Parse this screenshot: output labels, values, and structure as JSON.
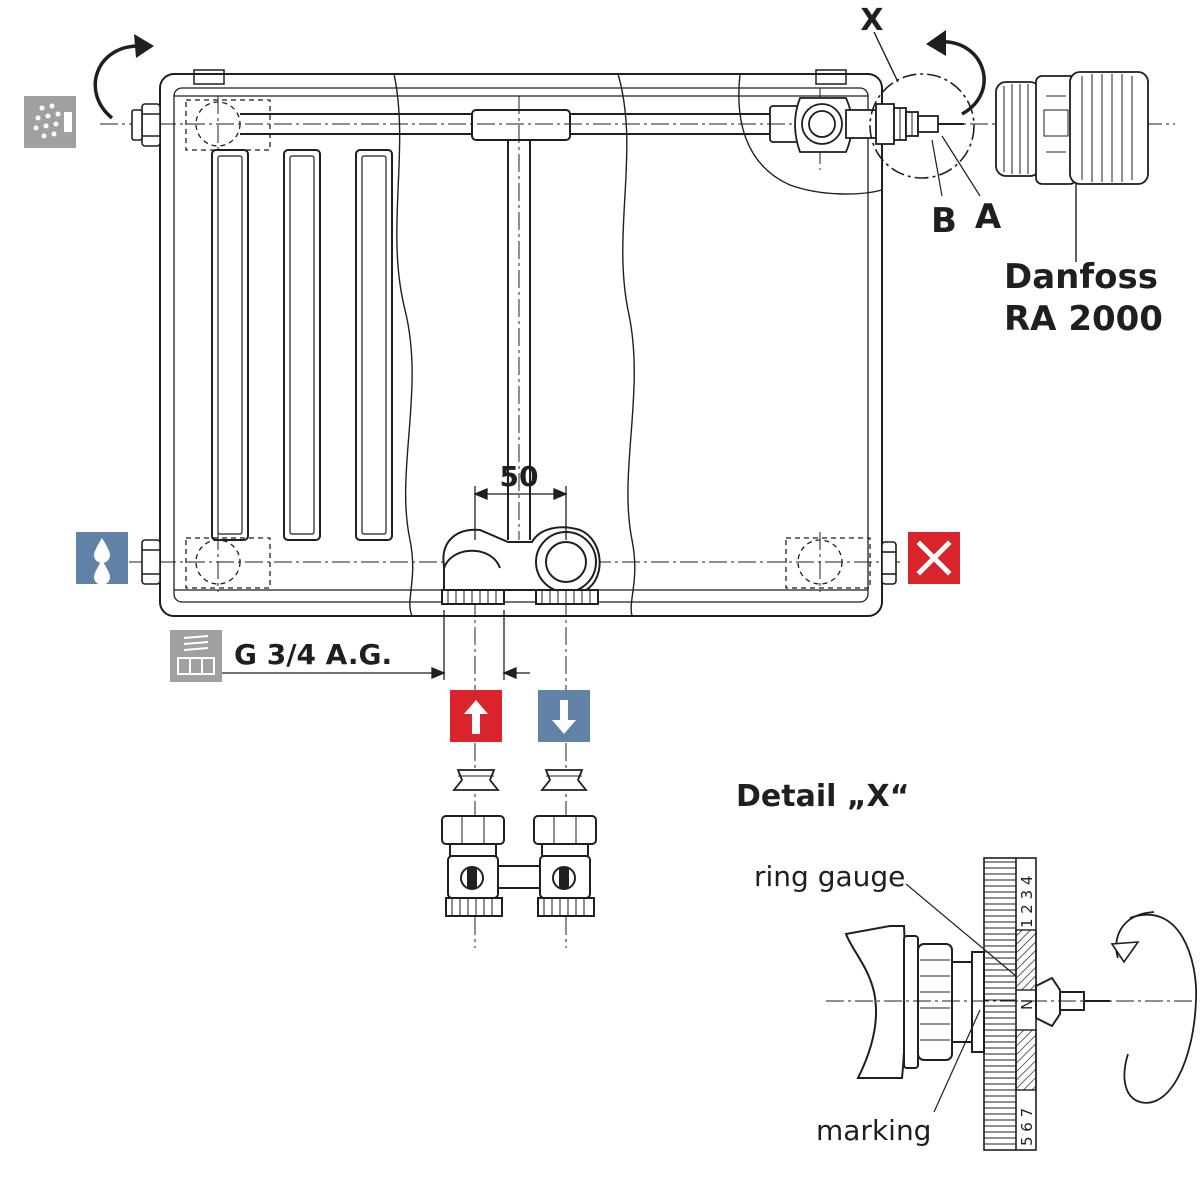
{
  "labels": {
    "x": "X",
    "b": "B",
    "a": "A",
    "danfoss_line1": "Danfoss",
    "danfoss_line2": "RA 2000",
    "dimension": "50",
    "thread": "G 3/4 A.G.",
    "detail_title": "Detail „X“",
    "ring_gauge": "ring gauge",
    "marking": "marking",
    "scale_upper": "1 2 3 4",
    "scale_lower": "5 6 7",
    "scale_n": "N"
  },
  "colors": {
    "red": "#d9242b",
    "blue": "#5f82a6",
    "grey": "#9ea0a2",
    "line": "#1f1f1f"
  },
  "icons": {
    "vent": "air-vent-icon",
    "drain": "water-drain-icon",
    "blind_plug": "blind-plug-icon",
    "thread": "thread-connection-icon",
    "flow_up": "flow-arrow-up-icon",
    "return_down": "return-arrow-down-icon"
  }
}
